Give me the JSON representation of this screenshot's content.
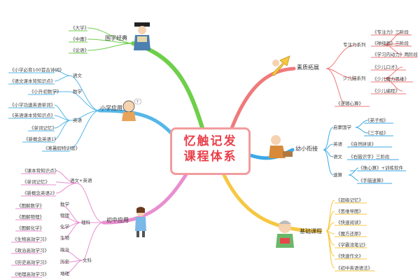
{
  "center": {
    "line1": "忆触记发",
    "line2": "课程体系"
  },
  "branches": {
    "guoxue": {
      "label": "国学经典",
      "color": "#6fcf4a",
      "items": [
        "《大学》",
        "《中庸》",
        "《论语》"
      ]
    },
    "xiaoxue": {
      "label": "小学应用",
      "color": "#56b7e8",
      "subjects": {
        "yuwen": "语文",
        "shuxue": "数学",
        "yingyu": "英语"
      },
      "items": [
        "《小学必背100首古诗词》",
        "《语文课本背知识点》",
        "《小升初数学》",
        "《小学功速英语单词》",
        "《英语课本背知识点》",
        "《单词记忆》",
        "《新概念英语1》",
        "《寒暑假特训营》"
      ]
    },
    "chuzhong": {
      "label": "初中应用",
      "color": "#e88fd0",
      "subjects": {
        "yuwen_yy": "语文+英语",
        "like": "理科",
        "wenke": "文科",
        "shuxue": "数学",
        "wuli": "物理",
        "huaxue": "化学",
        "shengwu": "生物",
        "zhengzhi": "政治",
        "lishi": "历史",
        "dili": "地理"
      },
      "items": [
        "《课本背知识点》",
        "《单词记忆》",
        "《新概念英语2》",
        "《图解数学》",
        "《图解物理》",
        "《图解化学》",
        "《生物高效学习》",
        "《政治高效学习》",
        "《历史高效学习》",
        "《地理高效学习》"
      ]
    },
    "suzhi": {
      "label": "素质拓展",
      "color": "#f0797a",
      "subjects": {
        "zhuanzhuli": "专注力系列",
        "shaoer": "少儿脑系列"
      },
      "items": [
        "《专注力》三阶段",
        "《禅绕画》三阶段",
        "《学习内动力》两阶段",
        "《少儿口才》",
        "《少儿魔力思维》",
        "《少儿编程》",
        "《逻辑心算》"
      ]
    },
    "youxiao": {
      "label": "幼小衔接",
      "color": "#3aa9e8",
      "subjects": {
        "qimeng": "启蒙国学",
        "yingyu": "英语",
        "yuwen": "语文",
        "susuan": "速算"
      },
      "items": [
        "《弟子规》",
        "《三字经》",
        "《自然拼读》",
        "《右脑识字》三阶段",
        "《珠心算》+训练软件",
        "《手脑速算》"
      ]
    },
    "jichu": {
      "label": "基础课程",
      "color": "#f5c842",
      "items": [
        "《超级记忆》",
        "《思维导图》",
        "《快速阅读》",
        "《魔方还原》",
        "《学霸流笔记》",
        "《快速作文》",
        "《初中英语语法》"
      ]
    }
  }
}
